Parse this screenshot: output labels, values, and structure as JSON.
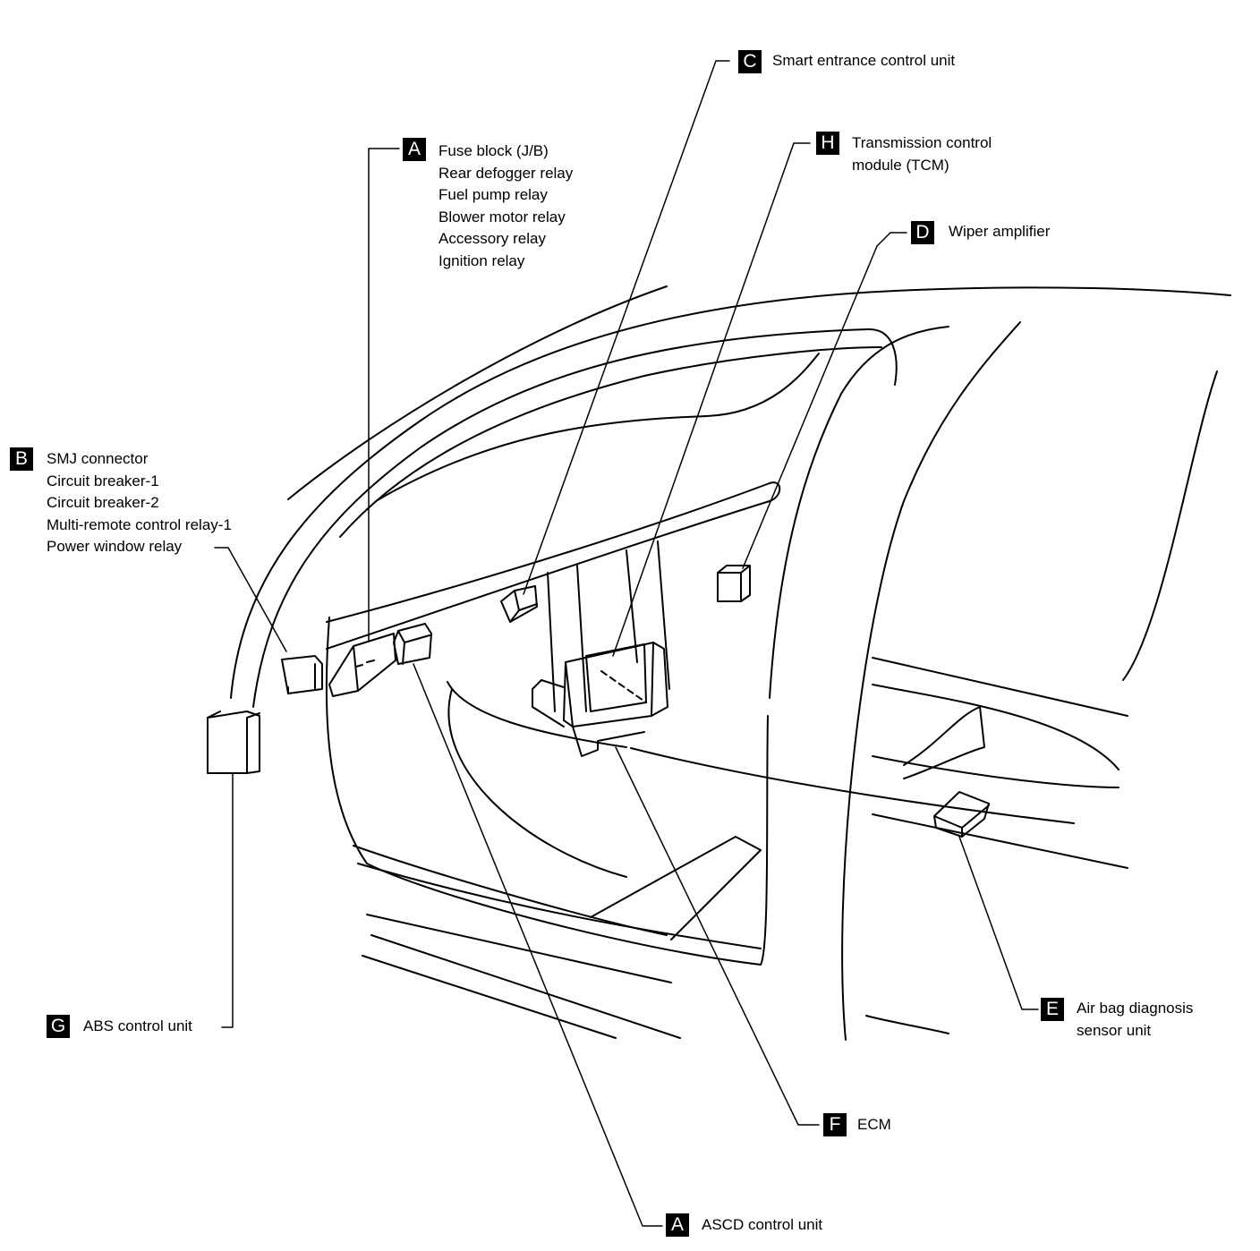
{
  "callouts": {
    "C": {
      "letter": "C",
      "lines": [
        "Smart entrance control unit"
      ]
    },
    "A_top": {
      "letter": "A",
      "lines": [
        "Fuse block (J/B)",
        "Rear defogger relay",
        "Fuel pump relay",
        "Blower motor relay",
        "Accessory relay",
        "Ignition relay"
      ]
    },
    "H": {
      "letter": "H",
      "lines": [
        "Transmission control",
        "module (TCM)"
      ]
    },
    "D": {
      "letter": "D",
      "lines": [
        "Wiper amplifier"
      ]
    },
    "B": {
      "letter": "B",
      "lines": [
        "SMJ connector",
        "Circuit breaker-1",
        "Circuit breaker-2",
        "Multi-remote control relay-1",
        "Power window relay"
      ]
    },
    "G": {
      "letter": "G",
      "lines": [
        "ABS control unit"
      ]
    },
    "E": {
      "letter": "E",
      "lines": [
        "Air bag diagnosis",
        "sensor unit"
      ]
    },
    "F": {
      "letter": "F",
      "lines": [
        "ECM"
      ]
    },
    "A_bottom": {
      "letter": "A",
      "lines": [
        "ASCD control unit"
      ]
    }
  }
}
